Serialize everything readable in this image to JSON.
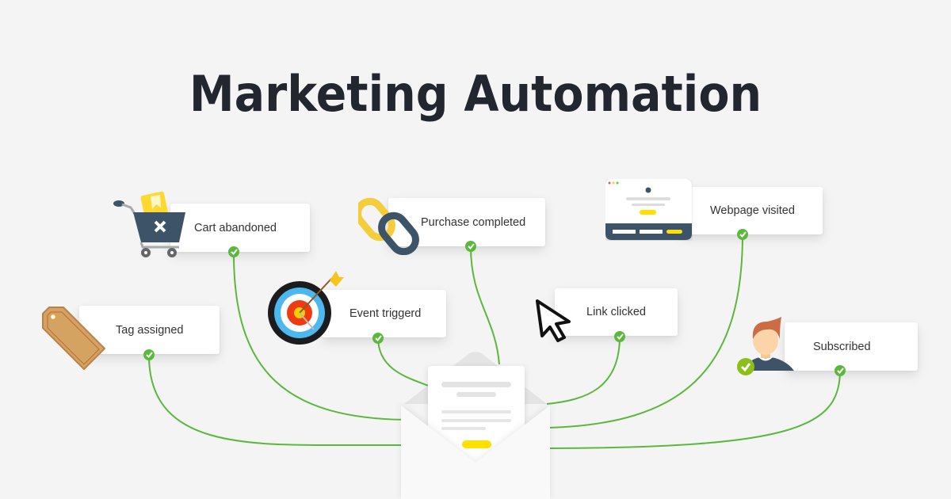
{
  "title": "Marketing Automation",
  "colors": {
    "background": "#f4f4f4",
    "title": "#22272f",
    "connector_green": "#5cb83d",
    "card": "#ffffff",
    "accent_yellow": "#ffe000",
    "navy": "#3d5468"
  },
  "triggers": [
    {
      "id": "cart",
      "label": "Cart abandoned",
      "icon": "shopping-cart-x-icon"
    },
    {
      "id": "purchase",
      "label": "Purchase completed",
      "icon": "chain-link-icon"
    },
    {
      "id": "webpage",
      "label": "Webpage visited",
      "icon": "browser-window-icon"
    },
    {
      "id": "tag",
      "label": "Tag assigned",
      "icon": "price-tag-icon"
    },
    {
      "id": "event",
      "label": "Event triggerd",
      "icon": "target-arrow-icon"
    },
    {
      "id": "link",
      "label": "Link clicked",
      "icon": "mouse-cursor-icon"
    },
    {
      "id": "subscribed",
      "label": "Subscribed",
      "icon": "user-avatar-check-icon"
    }
  ],
  "center": {
    "icon": "open-envelope-email-icon"
  }
}
